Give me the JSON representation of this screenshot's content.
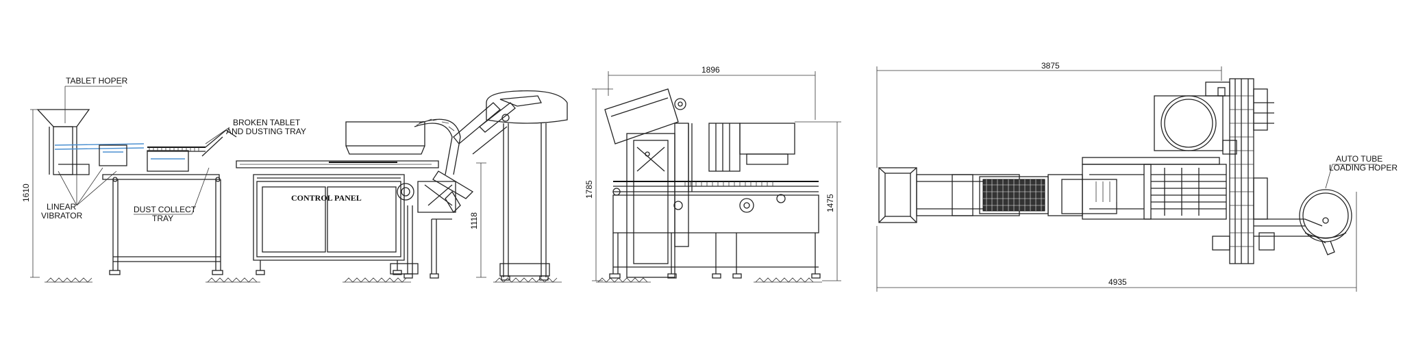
{
  "labels": {
    "tablet_hopper": "TABLET HOPER",
    "broken_tablet_1": "BROKEN TABLET",
    "broken_tablet_2": "AND DUSTING TRAY",
    "linear_vibrator_1": "LINEAR",
    "linear_vibrator_2": "VIBRATOR",
    "dust_collect_1": "DUST COLLECT",
    "dust_collect_2": "TRAY",
    "control_panel": "CONTROL PANEL",
    "auto_tube_1": "AUTO TUBE",
    "auto_tube_2": "LOADING HOPER"
  },
  "dimensions": {
    "front_height": "1610",
    "front_inner_height": "1118",
    "side_width": "1896",
    "side_height": "1785",
    "side_inner_height": "1475",
    "top_upper_width": "3875",
    "top_lower_width": "4935"
  }
}
